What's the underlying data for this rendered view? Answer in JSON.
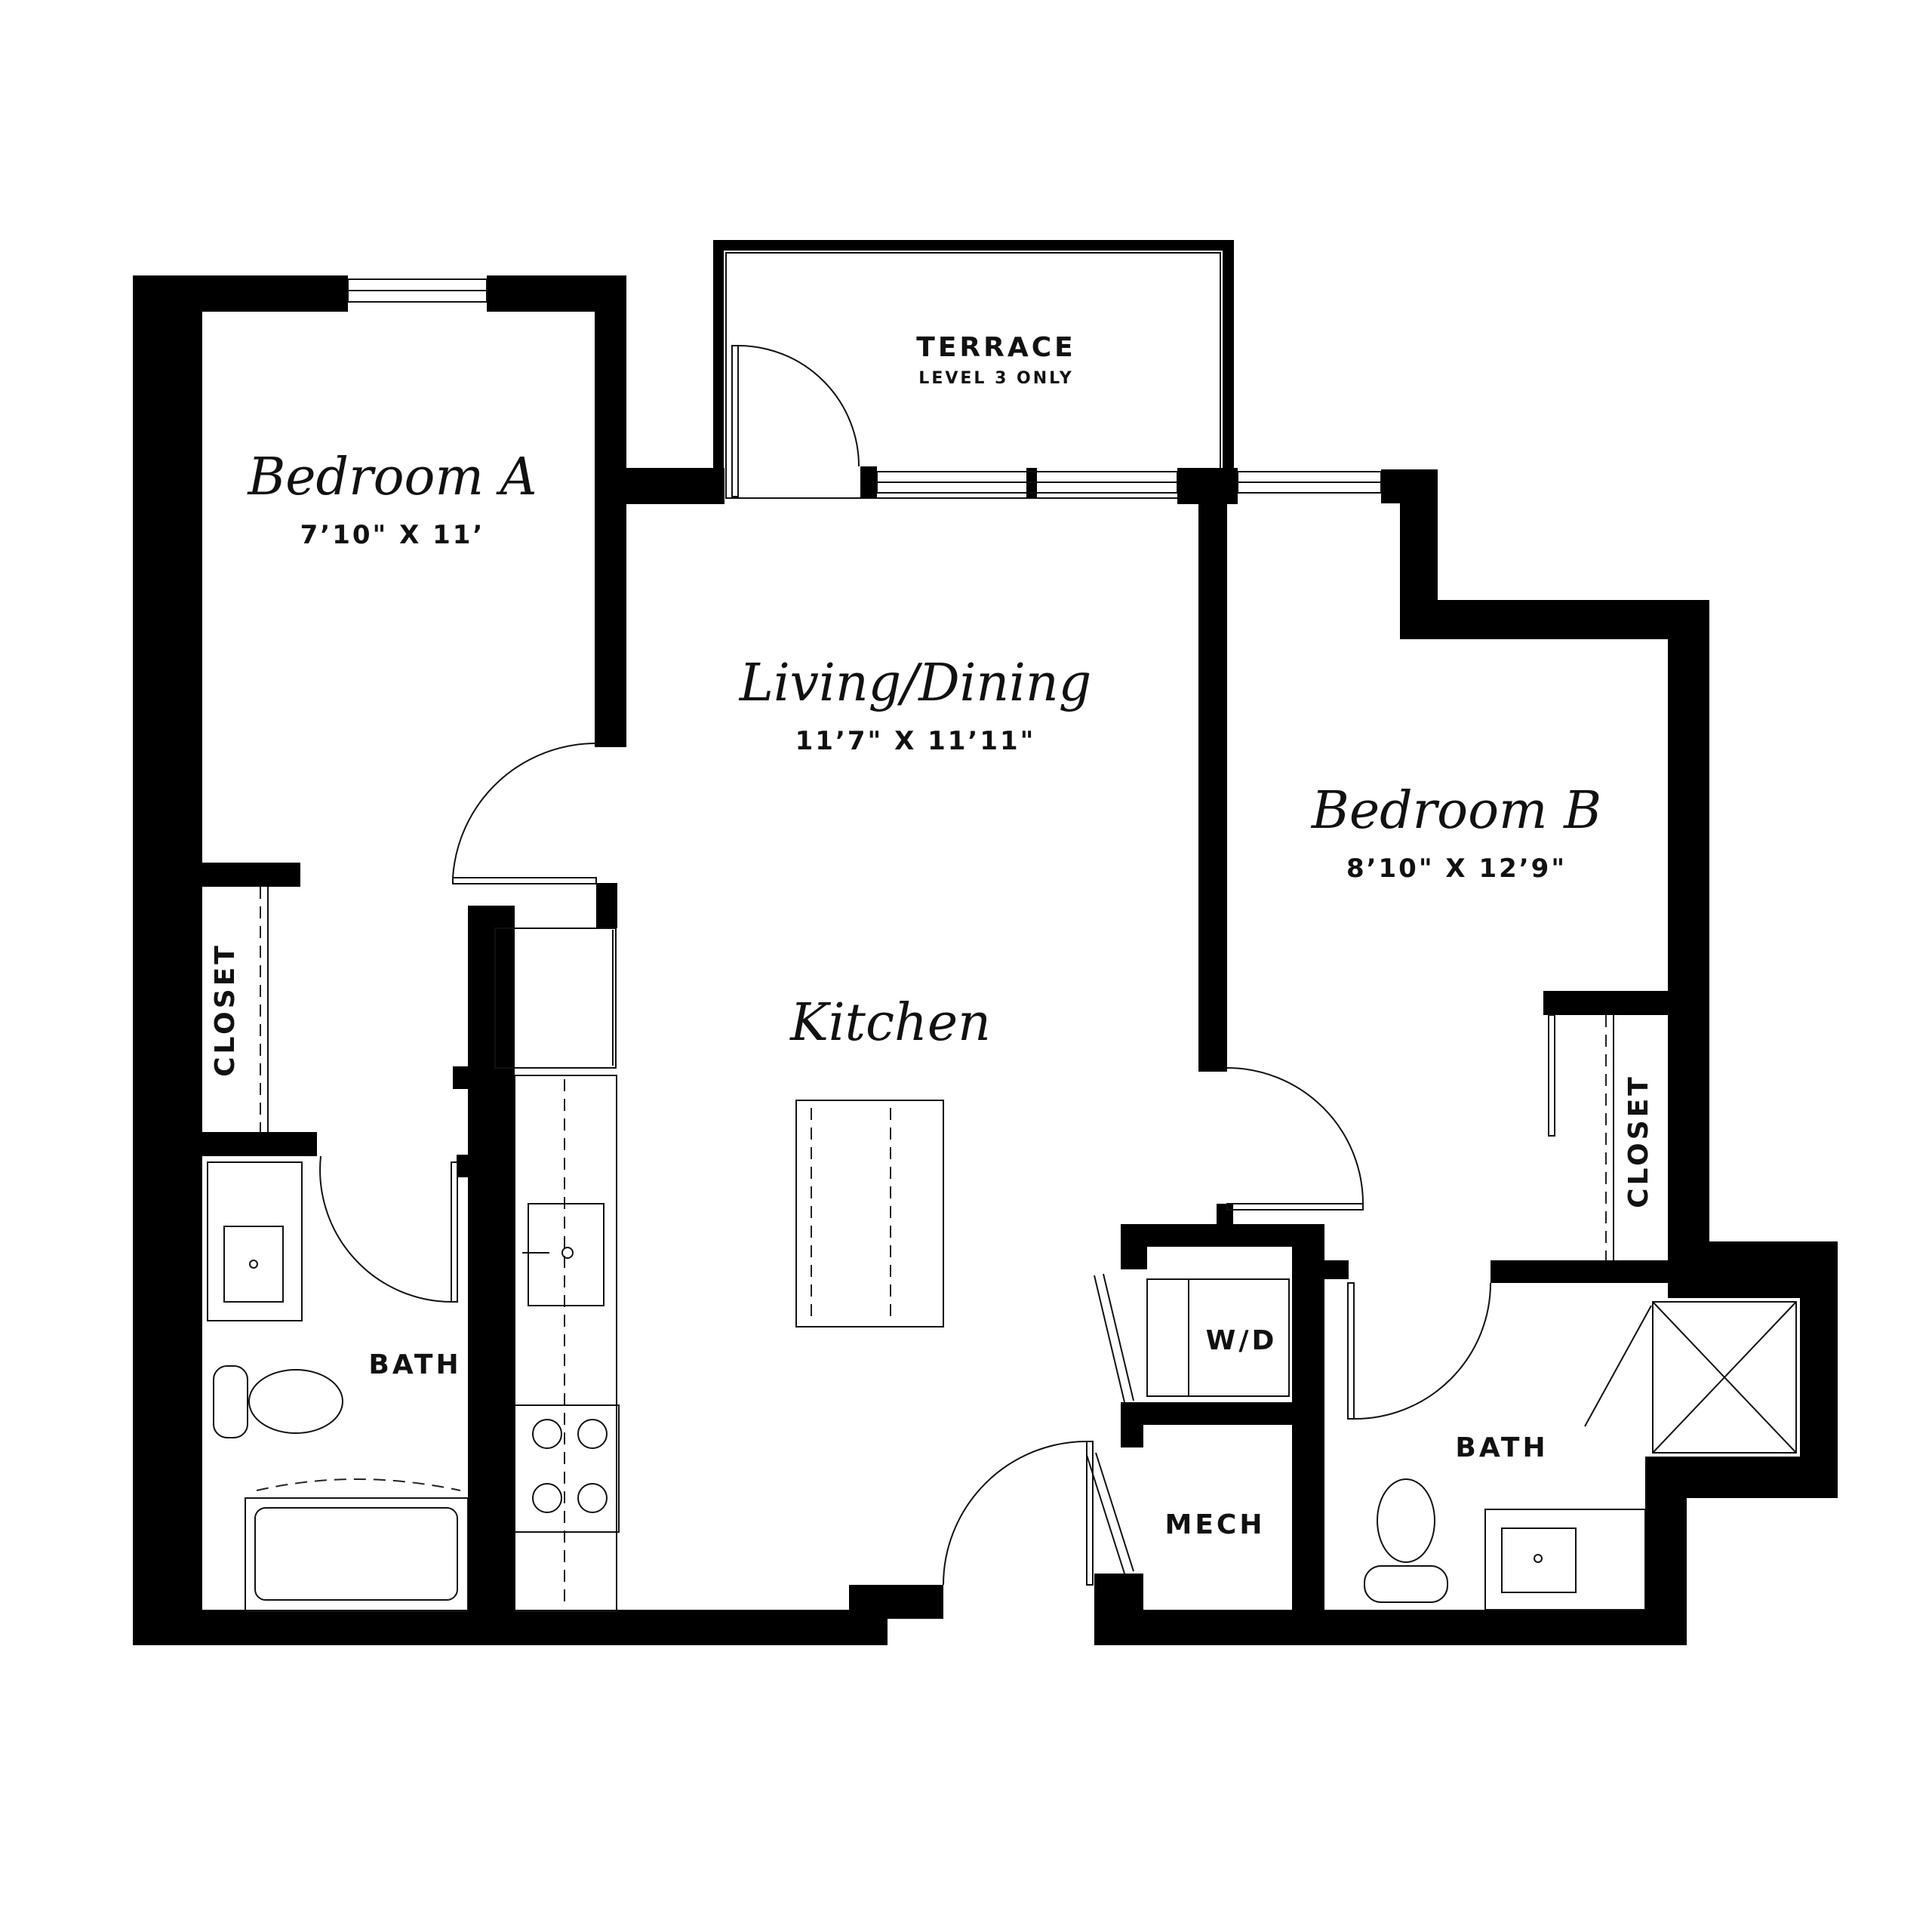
{
  "plan": {
    "rooms": {
      "bedroom_a": {
        "name": "Bedroom A",
        "size": "7’10\" X 11’"
      },
      "living": {
        "name": "Living/Dining",
        "size": "11’7\" X 11’11\""
      },
      "bedroom_b": {
        "name": "Bedroom B",
        "size": "8’10\" X 12’9\""
      },
      "kitchen": {
        "name": "Kitchen"
      }
    },
    "labels": {
      "terrace": "TERRACE",
      "terrace_note": "LEVEL 3 ONLY",
      "closet_a": "CLOSET",
      "closet_b": "CLOSET",
      "bath_a": "BATH",
      "bath_b": "BATH",
      "wd": "W/D",
      "mech": "MECH"
    },
    "colors": {
      "wall": "#000000",
      "background": "#ffffff",
      "line": "#111111"
    }
  }
}
